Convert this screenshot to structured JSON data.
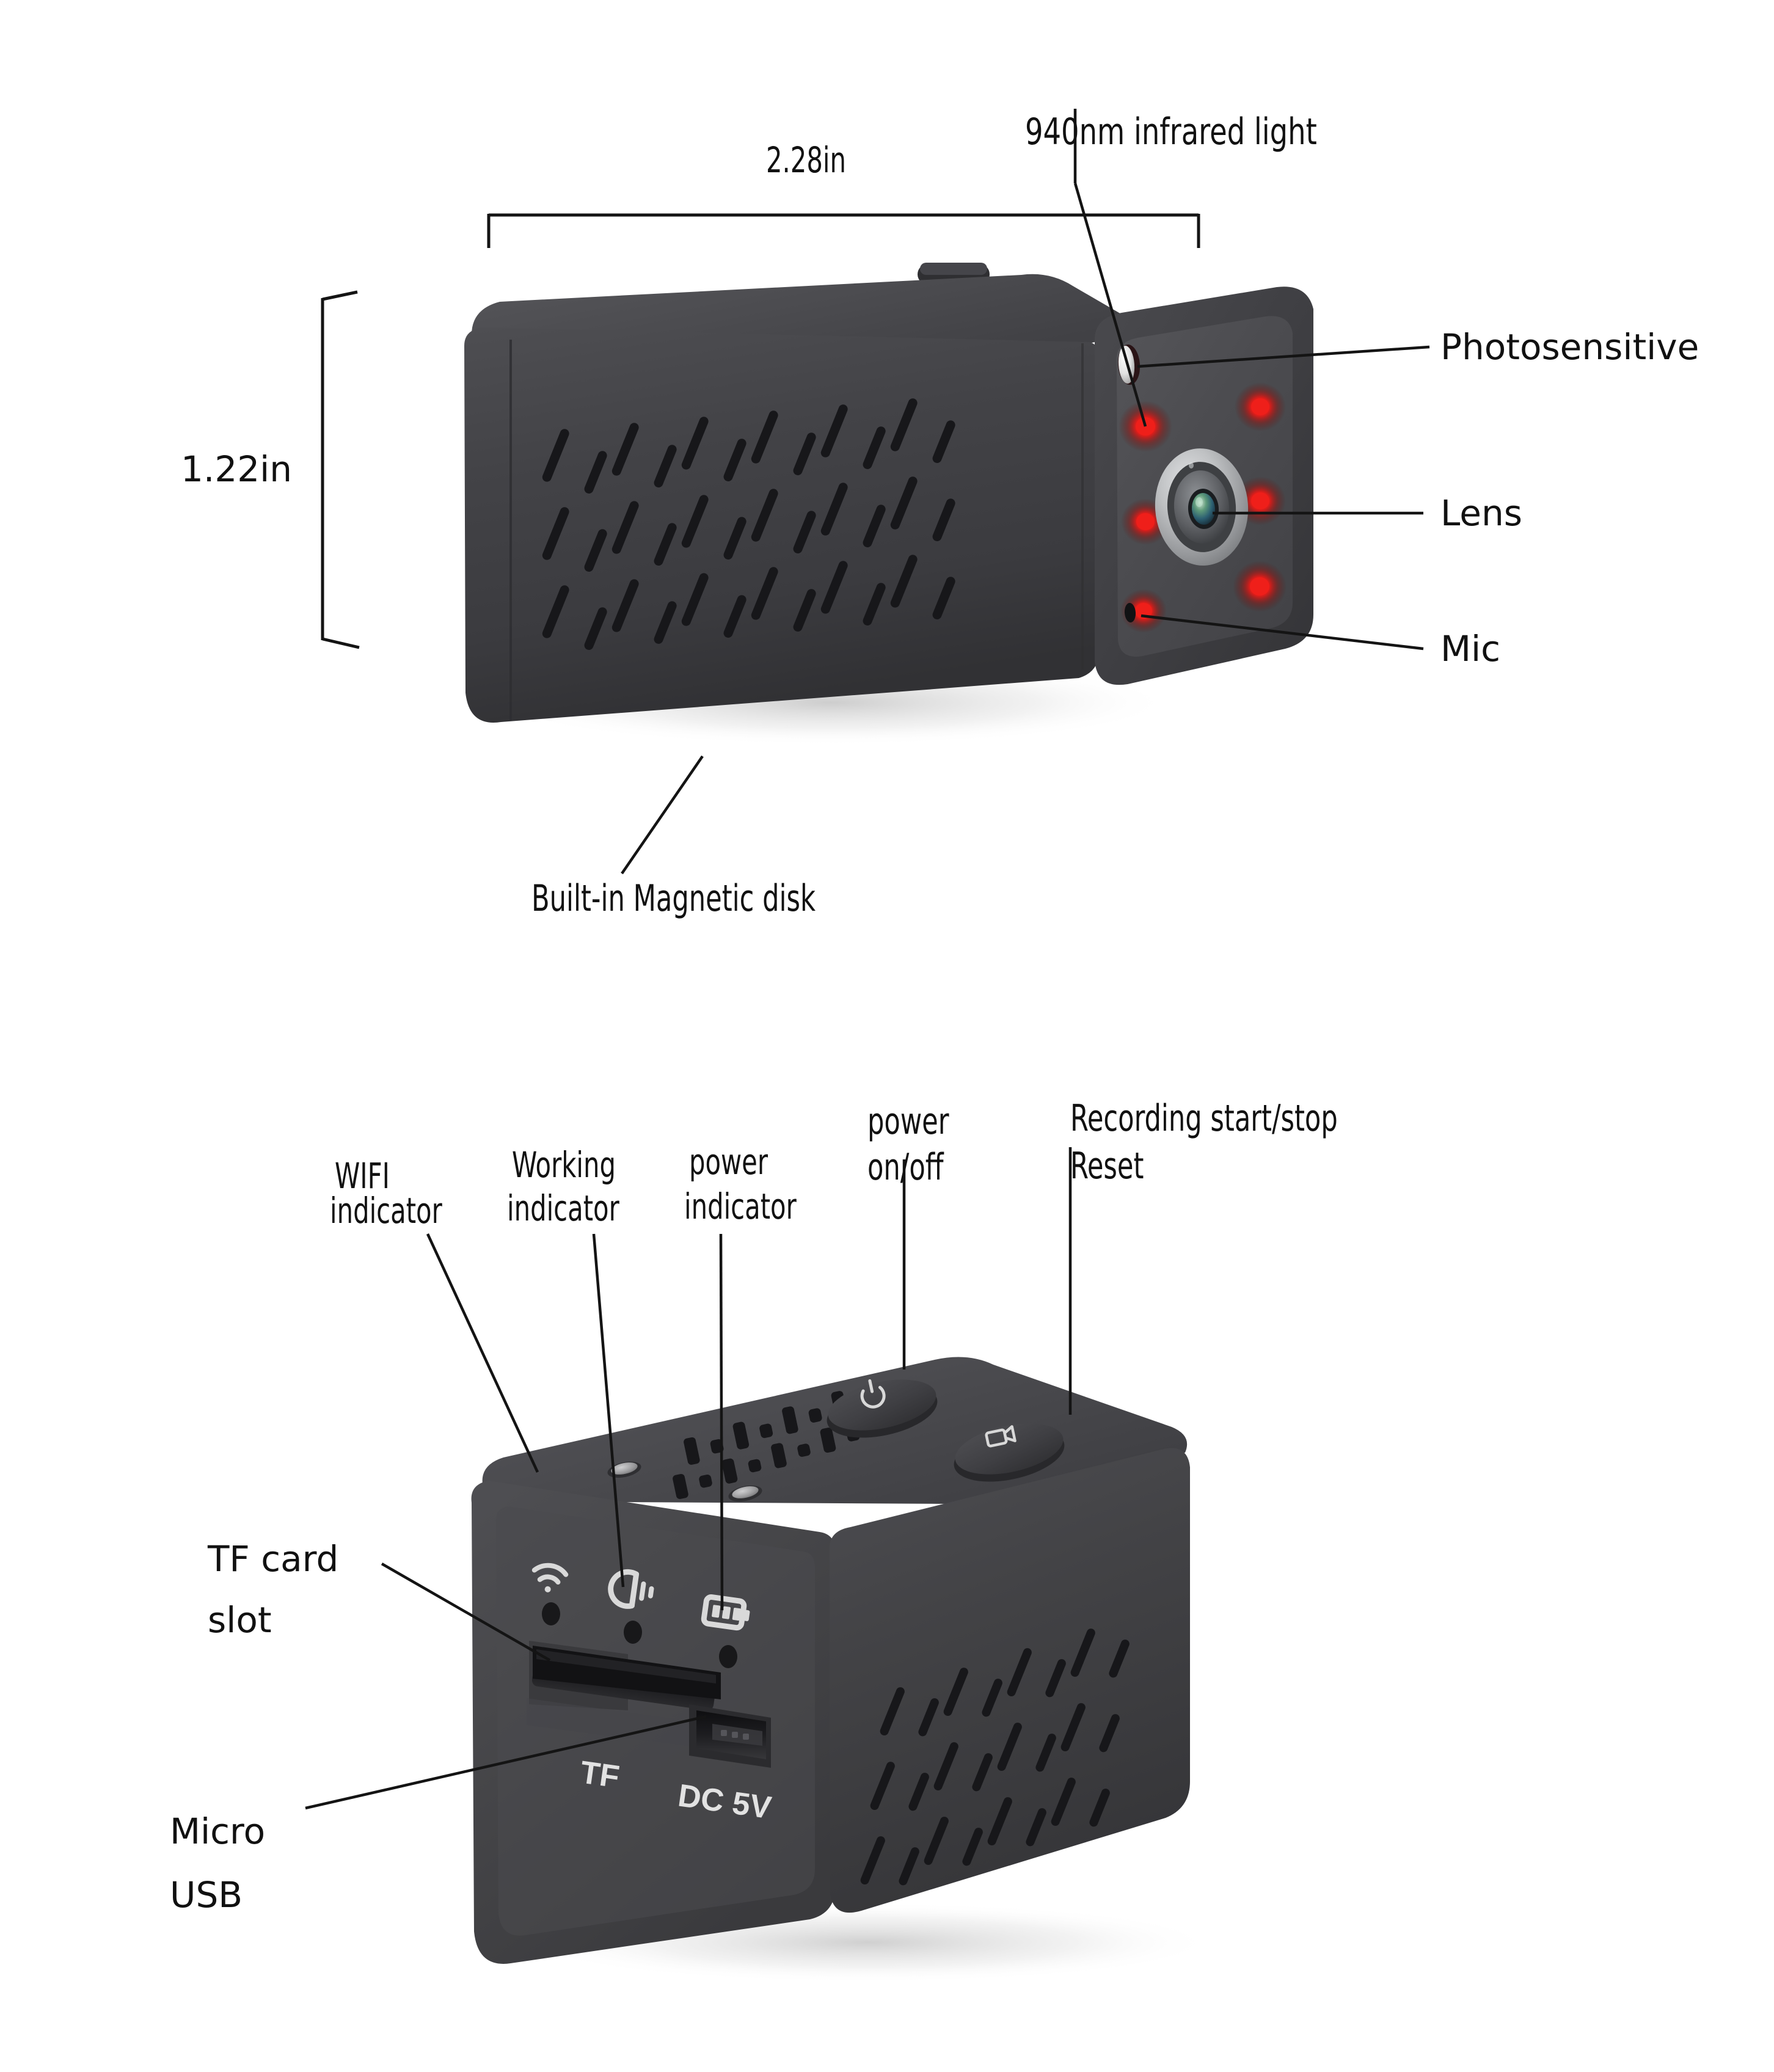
{
  "page": {
    "title": "Mini WiFi Camera Product Diagram",
    "background_color": "#ffffff",
    "text_color": "#111111"
  },
  "colors": {
    "body_dark": "#3a3a3c",
    "body_mid": "#4a4a4d",
    "body_light": "#5a5a5e",
    "face_panel": "#4c4c50",
    "ir_led_red": "#e01b18",
    "lens_ring": "#b9bbbd",
    "icon_white": "#dcdcdc",
    "line_black": "#141414",
    "shadow": "#d8d8d8"
  },
  "top_view": {
    "name": "front-three-quarter-view",
    "dimensions": {
      "width_label": "2.28in",
      "height_label": "1.22in"
    },
    "labels": {
      "infrared": "940nm infrared light",
      "photosensitive": "Photosensitive",
      "lens": "Lens",
      "mic": "Mic",
      "magnetic_disk": "Built-in Magnetic disk"
    },
    "front_face": {
      "ir_led_count": 6,
      "has_photosensitive_sensor": true,
      "has_lens": true,
      "has_mic_hole": true
    }
  },
  "bottom_view": {
    "name": "rear-three-quarter-view",
    "labels": {
      "wifi_indicator_line1": "WIFI",
      "wifi_indicator_line2": "indicator",
      "working_indicator_line1": "Working",
      "working_indicator_line2": "indicator",
      "power_indicator_line1": "power",
      "power_indicator_line2": "indicator",
      "power_onoff_line1": "power",
      "power_onoff_line2": "on/off",
      "recording_line1": "Recording start/stop",
      "recording_line2": "Reset",
      "tf_card_slot_line1": "TF card",
      "tf_card_slot_line2": "slot",
      "micro_usb_line1": "Micro",
      "micro_usb_line2": "USB"
    },
    "port_markings": {
      "tf": "TF",
      "dc": "DC 5V"
    },
    "icons": {
      "wifi": "wifi-icon",
      "working": "working-status-icon",
      "battery": "battery-icon",
      "power_button": "power-button-icon",
      "record_button": "record-button-icon"
    }
  }
}
